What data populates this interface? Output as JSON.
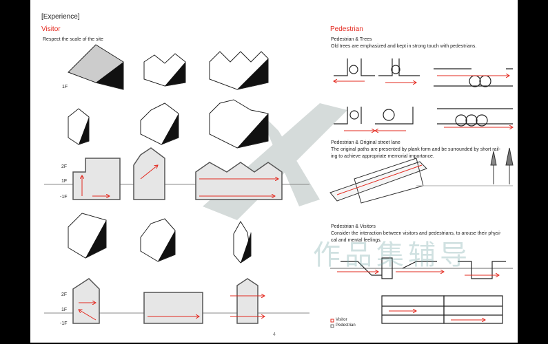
{
  "section_label": "[Experience]",
  "visitor": {
    "heading": "Visitor",
    "subtitle": "Respect the scale of the site",
    "floor_labels": {
      "f1_top": "1F",
      "f2": "2F",
      "f1": "1F",
      "b1": "-1F",
      "f2_b": "2F",
      "f1_b": "1F",
      "b1_b": "-1F"
    }
  },
  "pedestrian": {
    "heading": "Pedestrian",
    "trees": {
      "title": "Pedestrian  & Trees",
      "text": "Old trees are emphasized and kept in strong touch with pedestrians."
    },
    "lane": {
      "title": "Pedestrian  & Original street lane",
      "text1": "The original paths are presented by plank form and be surrounded by short rail-",
      "text2": "ing to achieve appropriate memorial importance."
    },
    "visitors": {
      "title": "Pedestrian & Visitors",
      "text1": "Consider the interaction between visitors and pedestrians, to arouse their physi-",
      "text2": "cal and mental feelings."
    },
    "legend": {
      "visitor": "Visitor",
      "pedestrian": "Pedestrian"
    }
  },
  "watermark": "作品集辅导",
  "page_number": "4",
  "colors": {
    "accent": "#e3281e",
    "ink": "#222222",
    "fill": "#dcdcdc"
  }
}
